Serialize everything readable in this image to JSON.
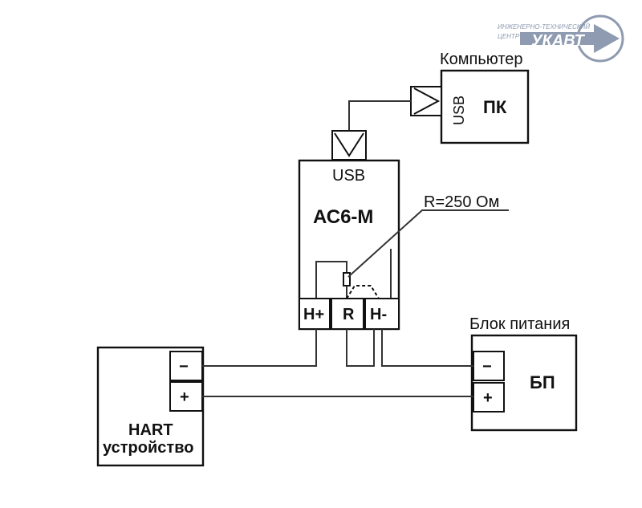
{
  "logo": {
    "caption_line1": "ИНЖЕНЕРНО-ТЕХНИЧЕСКИЙ",
    "caption_line2": "ЦЕНТР",
    "brand": "УКАВТ"
  },
  "pc": {
    "caption": "Компьютер",
    "name": "ПК",
    "port_label": "USB"
  },
  "converter": {
    "name": "АС6-М",
    "port_label": "USB",
    "resistor_label": "R=250 Ом",
    "terminals": [
      "H+",
      "R",
      "H-"
    ]
  },
  "power_supply": {
    "caption": "Блок питания",
    "name": "БП",
    "terminals": [
      "−",
      "+"
    ]
  },
  "hart_device": {
    "name_line1": "HART",
    "name_line2": "устройство",
    "terminals": [
      "−",
      "+"
    ]
  },
  "colors": {
    "line": "#111111",
    "wire": "#333333",
    "logo": "#8e9bb0"
  }
}
